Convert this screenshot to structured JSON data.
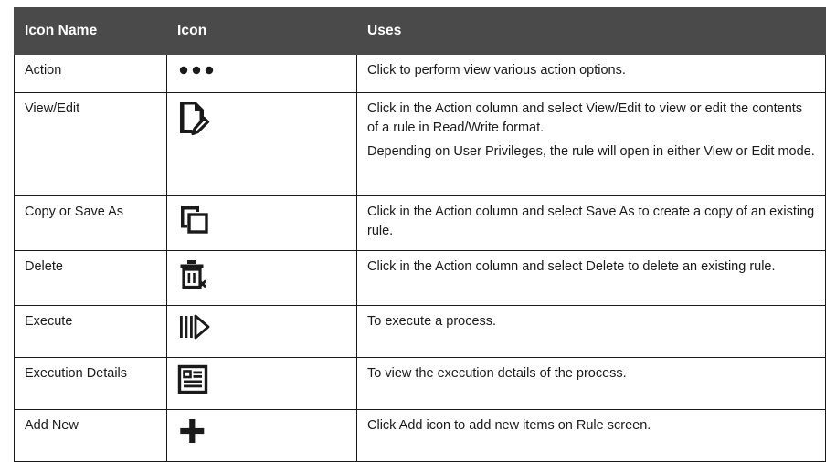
{
  "table": {
    "columns": [
      {
        "key": "name",
        "label": "Icon Name"
      },
      {
        "key": "icon",
        "label": "Icon"
      },
      {
        "key": "uses",
        "label": "Uses"
      }
    ],
    "header_bg": "#4a4a4a",
    "header_fg": "#ffffff",
    "border_color": "#1a1a1a",
    "rows": [
      {
        "name": "Action",
        "icon_name": "ellipsis-horizontal-icon",
        "uses": [
          "Click to perform view various action options."
        ]
      },
      {
        "name": "View/Edit",
        "icon_name": "document-pencil-icon",
        "uses": [
          "Click in the Action column and select View/Edit to view or edit the contents of a rule in Read/Write format.",
          "Depending on User Privileges, the rule will open in either View or Edit mode."
        ]
      },
      {
        "name": "Copy or Save As",
        "icon_name": "copy-icon",
        "uses": [
          "Click in the Action column and select Save As to create a copy of an existing rule."
        ]
      },
      {
        "name": "Delete",
        "icon_name": "trash-delete-icon",
        "uses": [
          "Click in the Action column and select Delete to delete an existing rule."
        ]
      },
      {
        "name": "Execute",
        "icon_name": "execute-play-icon",
        "uses": [
          "To execute a process."
        ]
      },
      {
        "name": "Execution Details",
        "icon_name": "execution-details-list-icon",
        "uses": [
          "To view the execution details of the process."
        ]
      },
      {
        "name": "Add New",
        "icon_name": "plus-add-icon",
        "uses": [
          "Click Add icon to add new items on Rule screen."
        ]
      }
    ]
  }
}
